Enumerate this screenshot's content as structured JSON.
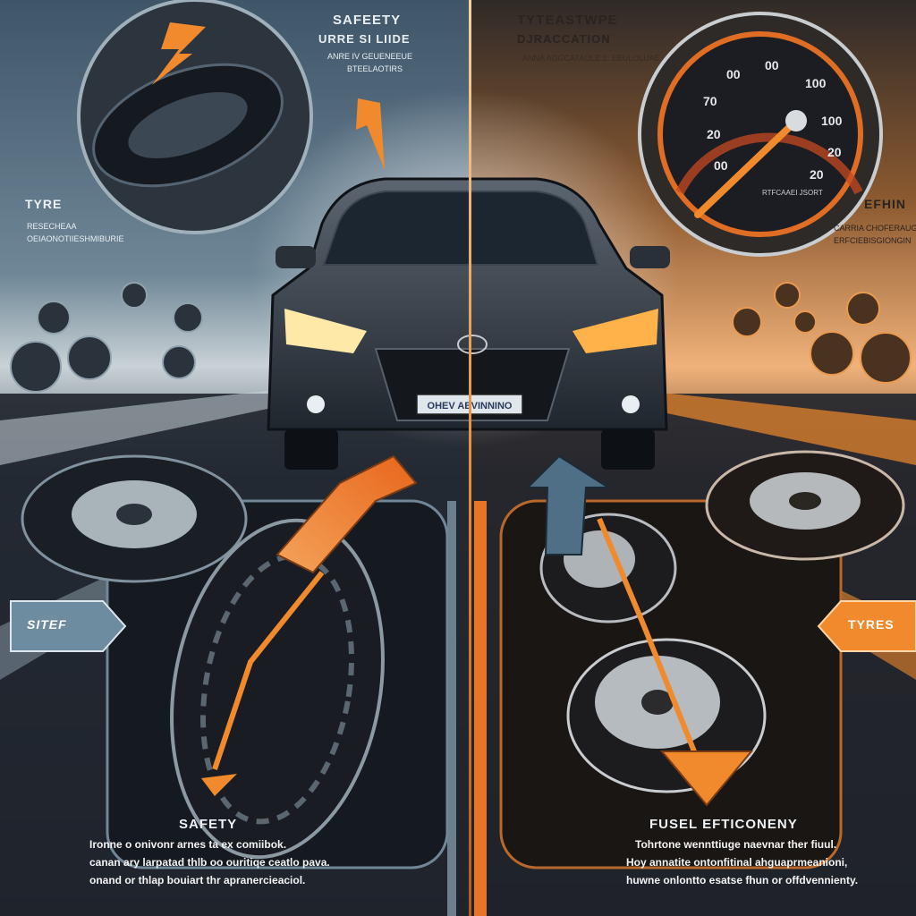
{
  "top_left": {
    "heading": "SAFEETY",
    "subheading": "URRE SI LIIDE",
    "fine_print": [
      "ANRE IV GEUENEEUE",
      "BTEELAOTIRS"
    ]
  },
  "top_right": {
    "heading": "TYTEASTWPE",
    "subheading": "DJRACCATION",
    "fine_print": [
      "ANNA AGGCATAOLE 2. EBULOLUAE"
    ]
  },
  "side_left": {
    "heading": "TYRE",
    "fine_print": [
      "RESECHEAA",
      "OEIAONOTIIESHMIBURIE"
    ]
  },
  "side_right": {
    "heading": "EFHIN",
    "fine_print": [
      "CARRIA CHOFERAUG",
      "ERFCIEBISGIONGIN"
    ]
  },
  "speedometer": {
    "ticks": [
      "00",
      "00",
      "70",
      "100",
      "20",
      "100",
      "20",
      "20",
      "00"
    ],
    "brand": "RTFCAAEI JSORT"
  },
  "license_plate": "OHEV AEVINNINO",
  "tag_left": "SITEF",
  "tag_right": "TYRES",
  "bottom_left": {
    "title": "SAFETY",
    "lines": [
      "Ironne o onivonr arnes ta ex comiibok.",
      "canan ary larpatad thlb oo ouritiqe ceatlo pava.",
      "onand or thlap bouiart thr apranercieaciol."
    ]
  },
  "bottom_right": {
    "title": "FUSEL EFTICONENY",
    "lines": [
      "Tohrtone wennttiuge naevnar ther fiuul.",
      "Hoy annatite ontonfitinal ahguaprmeanioni,",
      "huwne onlontto esatse fhun or offdvennienty."
    ]
  },
  "colors": {
    "accent_orange": "#f08a2c",
    "steel_blue": "#4f6f86",
    "asphalt": "#1c2028",
    "headlight": "#ffe9a8"
  }
}
